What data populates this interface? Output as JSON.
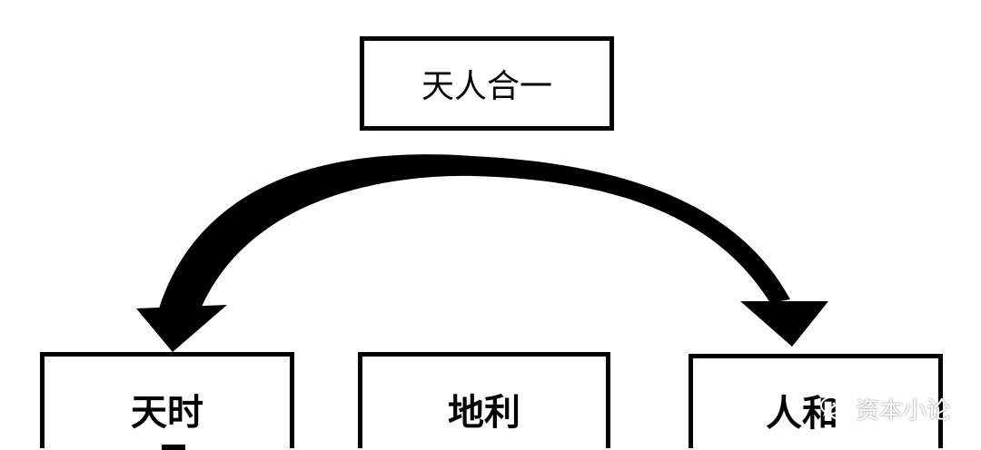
{
  "diagram": {
    "top": {
      "label": "天人合一"
    },
    "bottom": [
      {
        "label": "天时"
      },
      {
        "label": "地利"
      },
      {
        "label": "人和"
      }
    ]
  },
  "watermark": {
    "text": "资本小论",
    "icon": "wechat-icon"
  },
  "colors": {
    "stroke": "#000000",
    "background": "#ffffff"
  }
}
